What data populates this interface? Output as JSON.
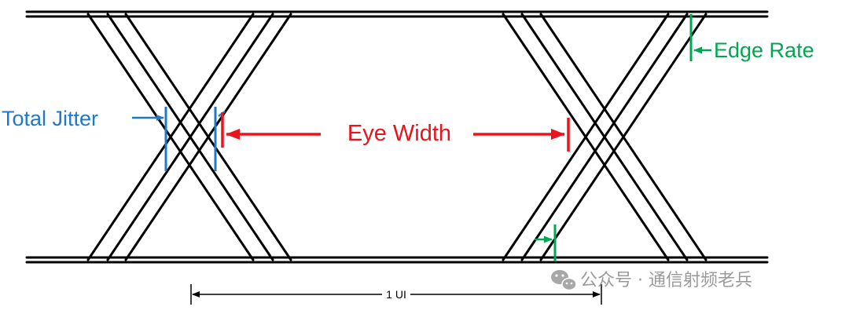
{
  "labels": {
    "total_jitter": "Total Jitter",
    "eye_width": "Eye Width",
    "edge_rate": "Edge Rate",
    "ui": "1 UI"
  },
  "watermark": {
    "text": "公众号 · 通信射频老兵",
    "icon": "wechat-icon"
  },
  "colors": {
    "trace": "#000000",
    "total_jitter": "#1f78c8",
    "eye_width": "#e8141e",
    "edge_rate": "#00a651",
    "dimension": "#000000",
    "watermark": "#9a9a9a"
  }
}
